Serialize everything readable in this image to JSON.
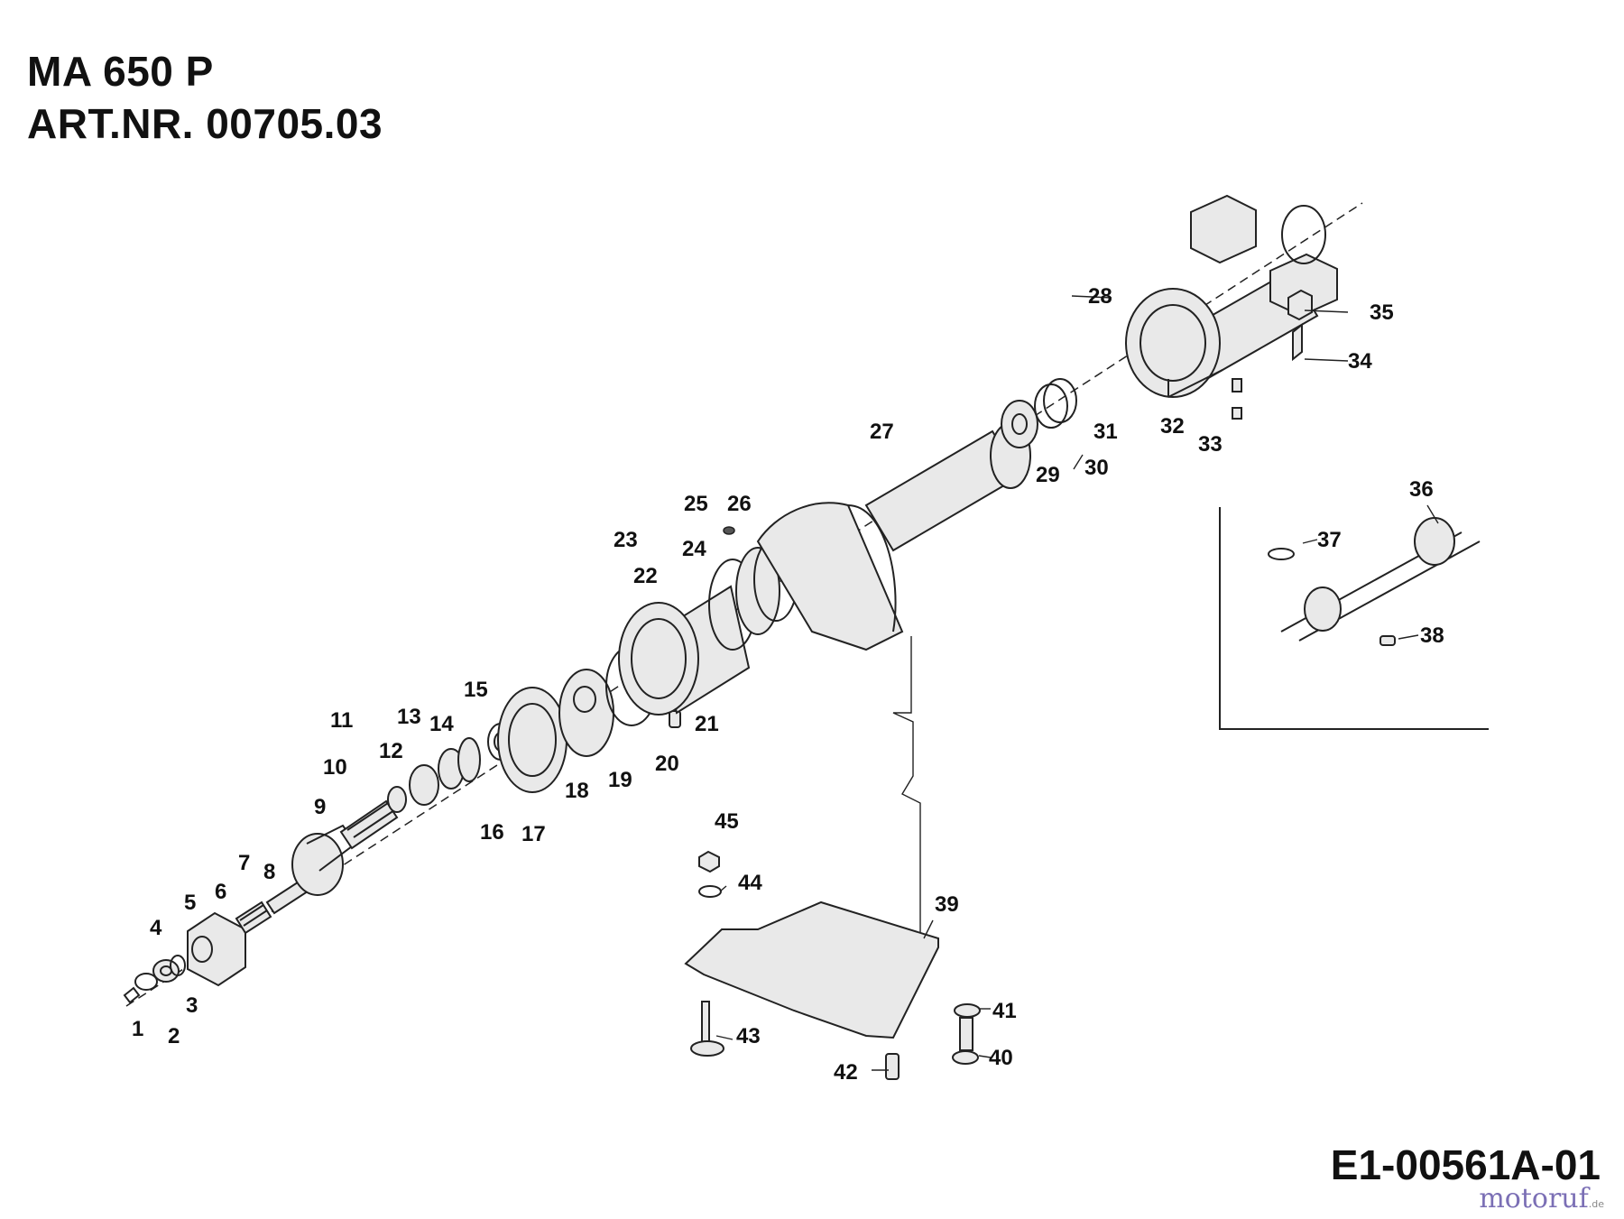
{
  "header": {
    "model": "MA 650 P",
    "article_number": "ART.NR. 00705.03"
  },
  "footer": {
    "diagram_code": "E1-00561A-01",
    "watermark_main": "motoruf",
    "watermark_suffix": ".de"
  },
  "callouts": [
    {
      "id": "c1",
      "label": "1"
    },
    {
      "id": "c2",
      "label": "2"
    },
    {
      "id": "c3",
      "label": "3"
    },
    {
      "id": "c4",
      "label": "4"
    },
    {
      "id": "c5",
      "label": "5"
    },
    {
      "id": "c6",
      "label": "6"
    },
    {
      "id": "c7",
      "label": "7"
    },
    {
      "id": "c8",
      "label": "8"
    },
    {
      "id": "c9",
      "label": "9"
    },
    {
      "id": "c10",
      "label": "10"
    },
    {
      "id": "c11",
      "label": "11"
    },
    {
      "id": "c12",
      "label": "12"
    },
    {
      "id": "c13",
      "label": "13"
    },
    {
      "id": "c14",
      "label": "14"
    },
    {
      "id": "c15",
      "label": "15"
    },
    {
      "id": "c16",
      "label": "16"
    },
    {
      "id": "c17",
      "label": "17"
    },
    {
      "id": "c18",
      "label": "18"
    },
    {
      "id": "c19",
      "label": "19"
    },
    {
      "id": "c20",
      "label": "20"
    },
    {
      "id": "c21",
      "label": "21"
    },
    {
      "id": "c22",
      "label": "22"
    },
    {
      "id": "c23",
      "label": "23"
    },
    {
      "id": "c24",
      "label": "24"
    },
    {
      "id": "c25",
      "label": "25"
    },
    {
      "id": "c26",
      "label": "26"
    },
    {
      "id": "c27",
      "label": "27"
    },
    {
      "id": "c28",
      "label": "28"
    },
    {
      "id": "c29",
      "label": "29"
    },
    {
      "id": "c30",
      "label": "30"
    },
    {
      "id": "c31",
      "label": "31"
    },
    {
      "id": "c32",
      "label": "32"
    },
    {
      "id": "c33",
      "label": "33"
    },
    {
      "id": "c34",
      "label": "34"
    },
    {
      "id": "c35",
      "label": "35"
    },
    {
      "id": "c36",
      "label": "36"
    },
    {
      "id": "c37",
      "label": "37"
    },
    {
      "id": "c38",
      "label": "38"
    },
    {
      "id": "c39",
      "label": "39"
    },
    {
      "id": "c40",
      "label": "40"
    },
    {
      "id": "c41",
      "label": "41"
    },
    {
      "id": "c42",
      "label": "42"
    },
    {
      "id": "c43",
      "label": "43"
    },
    {
      "id": "c44",
      "label": "44"
    },
    {
      "id": "c45",
      "label": "45"
    }
  ],
  "colors": {
    "ink": "#222222",
    "watermark": "#7b6fb5"
  }
}
